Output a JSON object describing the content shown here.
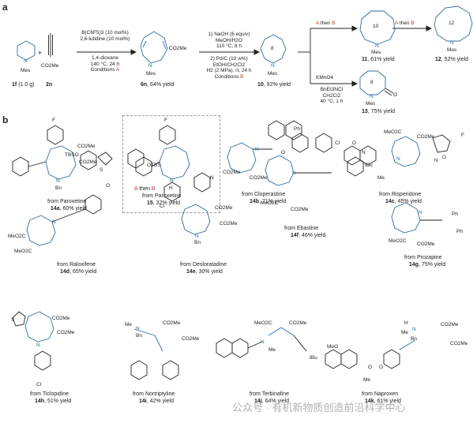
{
  "panels": {
    "a": "a",
    "b": "b"
  },
  "section_a": {
    "sm1": {
      "name": "1f",
      "amount": "(1.0 g)",
      "subst": "Mes",
      "atom": "N"
    },
    "plus": "+",
    "sm2": {
      "name": "2n",
      "group": "CO2Me"
    },
    "step1": {
      "l1": "B(C6F5)3 (10 mol%)",
      "l2": "2,6-lutidine (10 mol%)",
      "l3": "1,4-dioxane",
      "l4": "140 °C, 24 h",
      "l5": "Conditions",
      "l5b": "A"
    },
    "p6n": {
      "name": "6n",
      "yield": ", 64% yield",
      "group": "CO2Me",
      "subst": "Mes",
      "atom": "N"
    },
    "step2": {
      "l1": "1) NaOH (6 equiv)",
      "l2": "MeOH/H2O",
      "l3": "110 °C, 8 h",
      "l4": "2) Pd/C (10 w%)",
      "l5": "EtOH/CH2Cl2",
      "l6": "H2 (2 MPa), rt, 24 h",
      "l7": "Conditions",
      "l7b": "B"
    },
    "p10": {
      "name": "10",
      "yield": ", 92% yield",
      "ring": "8",
      "subst": "Mes",
      "atom": "N"
    },
    "branch_top": {
      "A": "A",
      "then": " then ",
      "B": "B"
    },
    "branch_top2": {
      "A": "A",
      "then": " then ",
      "B": "B"
    },
    "p11": {
      "name": "11",
      "yield": ", 61% yield",
      "ring": "10",
      "subst": "Mes",
      "atom": "N"
    },
    "p12": {
      "name": "12",
      "yield": ", 52% yield",
      "ring": "12",
      "subst": "Mes",
      "atom": "N"
    },
    "branch_bot": {
      "l1": "KMnO4",
      "l2": "BnEt3NCl",
      "l3": "CH2Cl2",
      "l4": "40 °C, 1 h"
    },
    "p13": {
      "name": "13",
      "yield": ", 75% yield",
      "ring": "8",
      "subst": "Mes",
      "atom": "N",
      "carbonyl": "O"
    }
  },
  "section_b": {
    "items": [
      {
        "src": "from Paroxetine",
        "name": "14a",
        "yield": ", 60% yield",
        "groups": [
          "F",
          "CO2Me",
          "CO2Me",
          "N",
          "Bn"
        ]
      },
      {
        "src": "from Paroxetine",
        "name": "15",
        "yield": ", 32% yield",
        "note_A": "A",
        "note_then": " then ",
        "note_B": "B",
        "groups": [
          "F",
          "N",
          "H"
        ]
      },
      {
        "src": "from Cloperastine",
        "name": "14b",
        "yield": ", 71% yield",
        "groups": [
          "Ph",
          "Cl",
          "CO2Me",
          "CO2Me",
          "N"
        ]
      },
      {
        "src": "from Risperidone",
        "name": "14c",
        "yield": ", 45% yield",
        "groups": [
          "MeO2C",
          "CO2Me",
          "O",
          "N",
          "N",
          "Me",
          "F",
          "N",
          "O"
        ]
      },
      {
        "src": "from Raloxifene",
        "name": "14d",
        "yield": ", 65% yield",
        "groups": [
          "TBSO",
          "S",
          "OTBS",
          "O",
          "N",
          "MeO2C",
          "MeO2C"
        ]
      },
      {
        "src": "from Desloratadine",
        "name": "14e",
        "yield": ", 30% yield",
        "groups": [
          "N",
          "Cl",
          "CO2Me",
          "CO2Me",
          "N",
          "Bn"
        ]
      },
      {
        "src": "from Ebastine",
        "name": "14f",
        "yield": ", 46% yield",
        "groups": [
          "O",
          "tBu",
          "N",
          "MeO2C",
          "CO2Me"
        ]
      },
      {
        "src": "from Prozapine",
        "name": "14g",
        "yield": ", 75% yield",
        "groups": [
          "N",
          "Ph",
          "Ph",
          "MeO2C",
          "CO2Me"
        ]
      },
      {
        "src": "from Ticlopidine",
        "name": "14h",
        "yield": ", 51% yield",
        "groups": [
          "S",
          "CO2Me",
          "CO2Me",
          "N",
          "Cl"
        ]
      },
      {
        "src": "from Nortriptyline",
        "name": "14i",
        "yield": ", 42% yield",
        "groups": [
          "Me",
          "N",
          "Bn",
          "CO2Me",
          "CO2Me"
        ]
      },
      {
        "src": "from Terbinafine",
        "name": "14j",
        "yield": ", 64% yield",
        "groups": [
          "MeO2C",
          "CO2Me",
          "N",
          "Me",
          "tBu"
        ]
      },
      {
        "src": "from Naproxen",
        "name": "14k",
        "yield": ", 61% yield",
        "groups": [
          "MeO",
          "O",
          "Me",
          "O",
          "H",
          "N",
          "Me",
          "Bn",
          "CO2Me",
          "CO2Me"
        ]
      }
    ]
  },
  "watermark": "公众号 · 有机新物质创造前沿科学中心"
}
